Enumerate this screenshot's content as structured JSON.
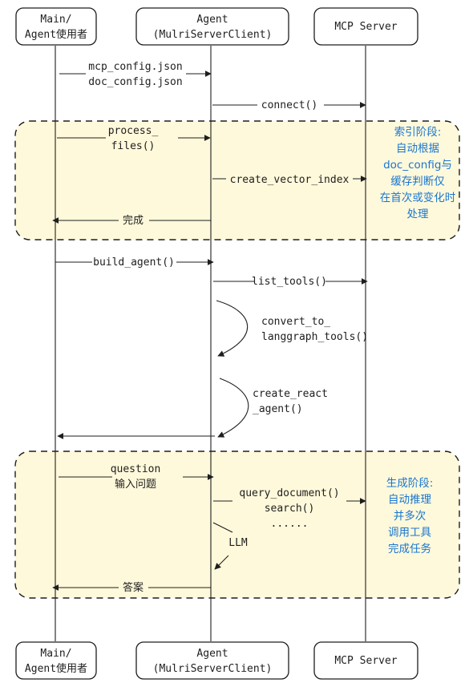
{
  "participants": [
    {
      "id": "main",
      "lines": [
        "Main/",
        "Agent使用者"
      ]
    },
    {
      "id": "agent",
      "lines": [
        "Agent",
        "(MulriServerClient)"
      ]
    },
    {
      "id": "mcp",
      "lines": [
        "MCP Server"
      ]
    }
  ],
  "messages": [
    {
      "id": "mcp-config",
      "from": "main",
      "to": "agent",
      "lines": [
        "mcp_config.json",
        "doc_config.json"
      ]
    },
    {
      "id": "connect",
      "from": "agent",
      "to": "mcp",
      "lines": [
        "connect()"
      ]
    },
    {
      "id": "process-files",
      "from": "main",
      "to": "agent",
      "lines": [
        "process_",
        "files()"
      ]
    },
    {
      "id": "create-vector-index",
      "from": "agent",
      "to": "mcp",
      "lines": [
        "create_vector_index"
      ]
    },
    {
      "id": "index-done",
      "from": "agent",
      "to": "main",
      "lines": [
        "完成"
      ]
    },
    {
      "id": "build-agent",
      "from": "main",
      "to": "agent",
      "lines": [
        "build_agent()"
      ]
    },
    {
      "id": "list-tools",
      "from": "agent",
      "to": "mcp",
      "lines": [
        "list_tools()"
      ]
    },
    {
      "id": "convert-tools",
      "from": "agent",
      "to": "agent",
      "lines": [
        "convert_to_",
        "langgraph_tools()"
      ]
    },
    {
      "id": "create-react-agent",
      "from": "agent",
      "to": "agent",
      "lines": [
        "create_react",
        "_agent()"
      ]
    },
    {
      "id": "agent-return",
      "from": "agent",
      "to": "main",
      "lines": []
    },
    {
      "id": "question",
      "from": "main",
      "to": "agent",
      "lines": [
        "question",
        "输入问题"
      ]
    },
    {
      "id": "query-document",
      "from": "agent",
      "to": "mcp",
      "lines": [
        "query_document()",
        "search()",
        "......"
      ]
    },
    {
      "id": "llm",
      "from": "agent",
      "to": "agent",
      "lines": [
        "LLM"
      ]
    },
    {
      "id": "answer",
      "from": "agent",
      "to": "main",
      "lines": [
        "答案"
      ]
    }
  ],
  "phases": [
    {
      "id": "index-phase",
      "lines": [
        "索引阶段:",
        "自动根据",
        "doc_config与",
        "缓存判断仅",
        "在首次或变化时",
        "处理"
      ]
    },
    {
      "id": "generate-phase",
      "lines": [
        "生成阶段:",
        "自动推理",
        "并多次",
        "调用工具",
        "完成任务"
      ]
    }
  ],
  "colors": {
    "phase_fill": "#fff9db",
    "line": "#1e1e1e",
    "note_text": "#1976d2"
  }
}
